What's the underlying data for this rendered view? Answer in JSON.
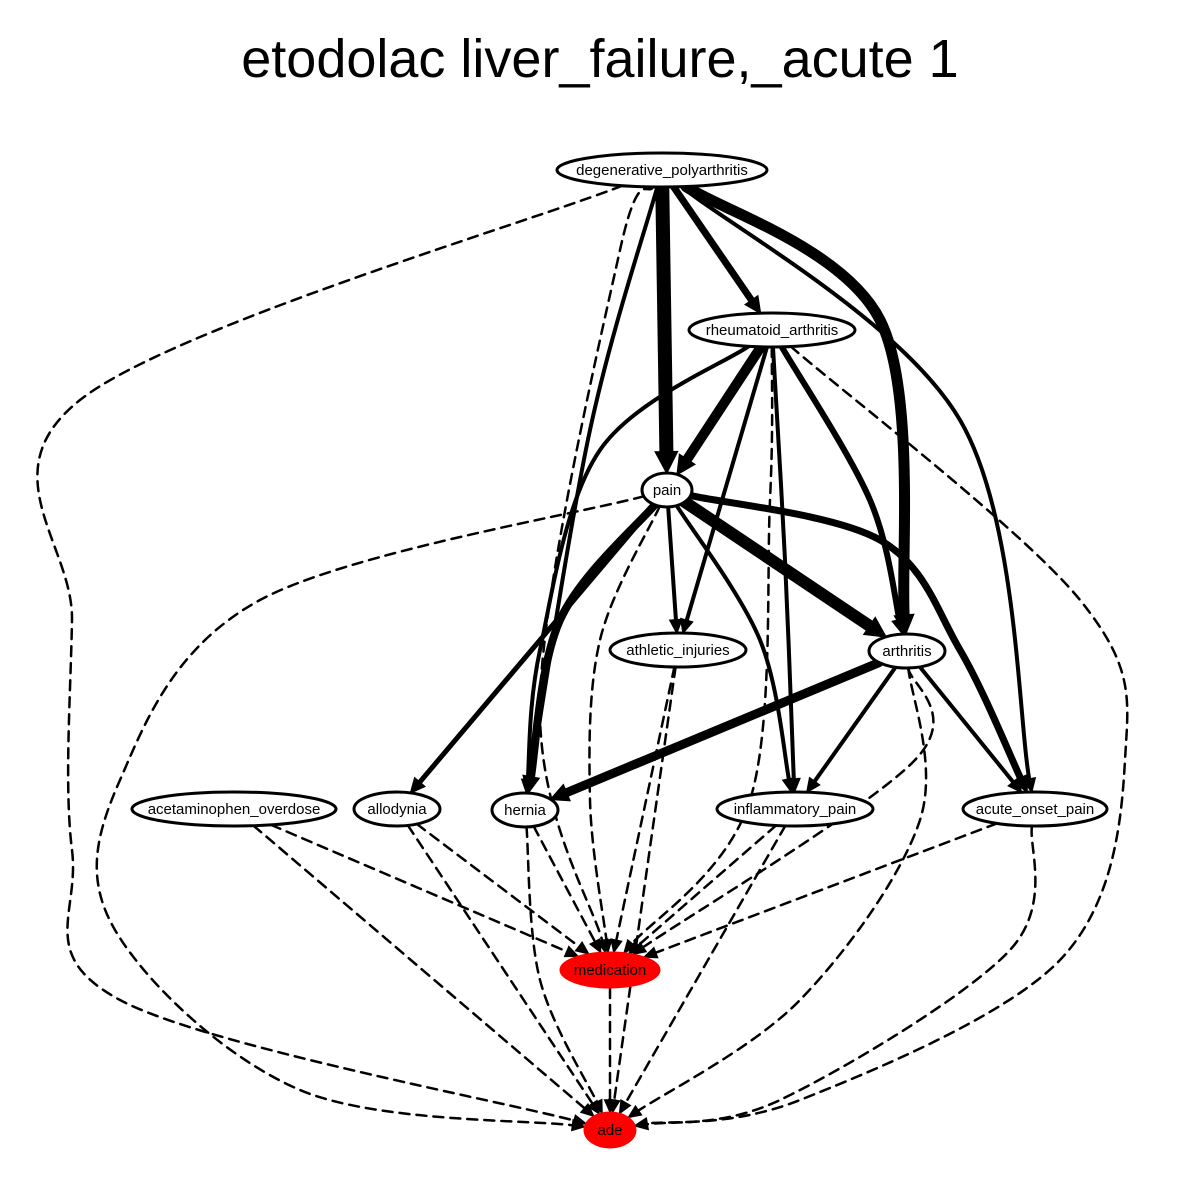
{
  "title": "etodolac liver_failure,_acute 1",
  "nodes": [
    {
      "id": "degenerative_polyarthritis",
      "label": "degenerative_polyarthritis",
      "fill": "#ffffff"
    },
    {
      "id": "rheumatoid_arthritis",
      "label": "rheumatoid_arthritis",
      "fill": "#ffffff"
    },
    {
      "id": "pain",
      "label": "pain",
      "fill": "#ffffff"
    },
    {
      "id": "athletic_injuries",
      "label": "athletic_injuries",
      "fill": "#ffffff"
    },
    {
      "id": "arthritis",
      "label": "arthritis",
      "fill": "#ffffff"
    },
    {
      "id": "acetaminophen_overdose",
      "label": "acetaminophen_overdose",
      "fill": "#ffffff"
    },
    {
      "id": "allodynia",
      "label": "allodynia",
      "fill": "#ffffff"
    },
    {
      "id": "hernia",
      "label": "hernia",
      "fill": "#ffffff"
    },
    {
      "id": "inflammatory_pain",
      "label": "inflammatory_pain",
      "fill": "#ffffff"
    },
    {
      "id": "acute_onset_pain",
      "label": "acute_onset_pain",
      "fill": "#ffffff"
    },
    {
      "id": "medication",
      "label": "medication",
      "fill": "#ff0000"
    },
    {
      "id": "ade",
      "label": "ade",
      "fill": "#ff0000"
    }
  ],
  "edges": [
    {
      "from": "degenerative_polyarthritis",
      "to": "pain",
      "weight": 14,
      "style": "solid"
    },
    {
      "from": "degenerative_polyarthritis",
      "to": "rheumatoid_arthritis",
      "weight": 7,
      "style": "solid"
    },
    {
      "from": "degenerative_polyarthritis",
      "to": "arthritis",
      "weight": 11,
      "style": "solid"
    },
    {
      "from": "degenerative_polyarthritis",
      "to": "acute_onset_pain",
      "weight": 4,
      "style": "solid"
    },
    {
      "from": "degenerative_polyarthritis",
      "to": "hernia",
      "weight": 4,
      "style": "solid"
    },
    {
      "from": "degenerative_polyarthritis",
      "to": "medication",
      "weight": 2.5,
      "style": "dashed"
    },
    {
      "from": "degenerative_polyarthritis",
      "to": "ade",
      "weight": 2.5,
      "style": "dashed"
    },
    {
      "from": "rheumatoid_arthritis",
      "to": "pain",
      "weight": 10,
      "style": "solid"
    },
    {
      "from": "rheumatoid_arthritis",
      "to": "hernia",
      "weight": 4,
      "style": "solid"
    },
    {
      "from": "rheumatoid_arthritis",
      "to": "athletic_injuries",
      "weight": 4,
      "style": "solid"
    },
    {
      "from": "rheumatoid_arthritis",
      "to": "inflammatory_pain",
      "weight": 4,
      "style": "solid"
    },
    {
      "from": "rheumatoid_arthritis",
      "to": "arthritis",
      "weight": 6,
      "style": "solid"
    },
    {
      "from": "rheumatoid_arthritis",
      "to": "medication",
      "weight": 2.5,
      "style": "dashed"
    },
    {
      "from": "rheumatoid_arthritis",
      "to": "ade",
      "weight": 2.5,
      "style": "dashed"
    },
    {
      "from": "pain",
      "to": "athletic_injuries",
      "weight": 4,
      "style": "solid"
    },
    {
      "from": "pain",
      "to": "arthritis",
      "weight": 12,
      "style": "solid"
    },
    {
      "from": "pain",
      "to": "hernia",
      "weight": 8,
      "style": "solid"
    },
    {
      "from": "pain",
      "to": "allodynia",
      "weight": 5,
      "style": "solid"
    },
    {
      "from": "pain",
      "to": "inflammatory_pain",
      "weight": 4,
      "style": "solid"
    },
    {
      "from": "pain",
      "to": "acute_onset_pain",
      "weight": 7,
      "style": "solid"
    },
    {
      "from": "pain",
      "to": "medication",
      "weight": 2.5,
      "style": "dashed"
    },
    {
      "from": "pain",
      "to": "ade",
      "weight": 2.5,
      "style": "dashed"
    },
    {
      "from": "arthritis",
      "to": "hernia",
      "weight": 9,
      "style": "solid"
    },
    {
      "from": "arthritis",
      "to": "inflammatory_pain",
      "weight": 4,
      "style": "solid"
    },
    {
      "from": "arthritis",
      "to": "acute_onset_pain",
      "weight": 4,
      "style": "solid"
    },
    {
      "from": "arthritis",
      "to": "medication",
      "weight": 2.5,
      "style": "dashed"
    },
    {
      "from": "arthritis",
      "to": "ade",
      "weight": 2.5,
      "style": "dashed"
    },
    {
      "from": "athletic_injuries",
      "to": "medication",
      "weight": 2.5,
      "style": "dashed"
    },
    {
      "from": "athletic_injuries",
      "to": "ade",
      "weight": 2.5,
      "style": "dashed"
    },
    {
      "from": "acetaminophen_overdose",
      "to": "medication",
      "weight": 2.5,
      "style": "dashed"
    },
    {
      "from": "acetaminophen_overdose",
      "to": "ade",
      "weight": 2.5,
      "style": "dashed"
    },
    {
      "from": "allodynia",
      "to": "medication",
      "weight": 2.5,
      "style": "dashed"
    },
    {
      "from": "allodynia",
      "to": "ade",
      "weight": 2.5,
      "style": "dashed"
    },
    {
      "from": "hernia",
      "to": "medication",
      "weight": 2.5,
      "style": "dashed"
    },
    {
      "from": "hernia",
      "to": "ade",
      "weight": 2.5,
      "style": "dashed"
    },
    {
      "from": "inflammatory_pain",
      "to": "medication",
      "weight": 2.5,
      "style": "dashed"
    },
    {
      "from": "inflammatory_pain",
      "to": "ade",
      "weight": 2.5,
      "style": "dashed"
    },
    {
      "from": "acute_onset_pain",
      "to": "medication",
      "weight": 2.5,
      "style": "dashed"
    },
    {
      "from": "acute_onset_pain",
      "to": "ade",
      "weight": 2.5,
      "style": "dashed"
    },
    {
      "from": "medication",
      "to": "ade",
      "weight": 2.5,
      "style": "dashed"
    }
  ]
}
